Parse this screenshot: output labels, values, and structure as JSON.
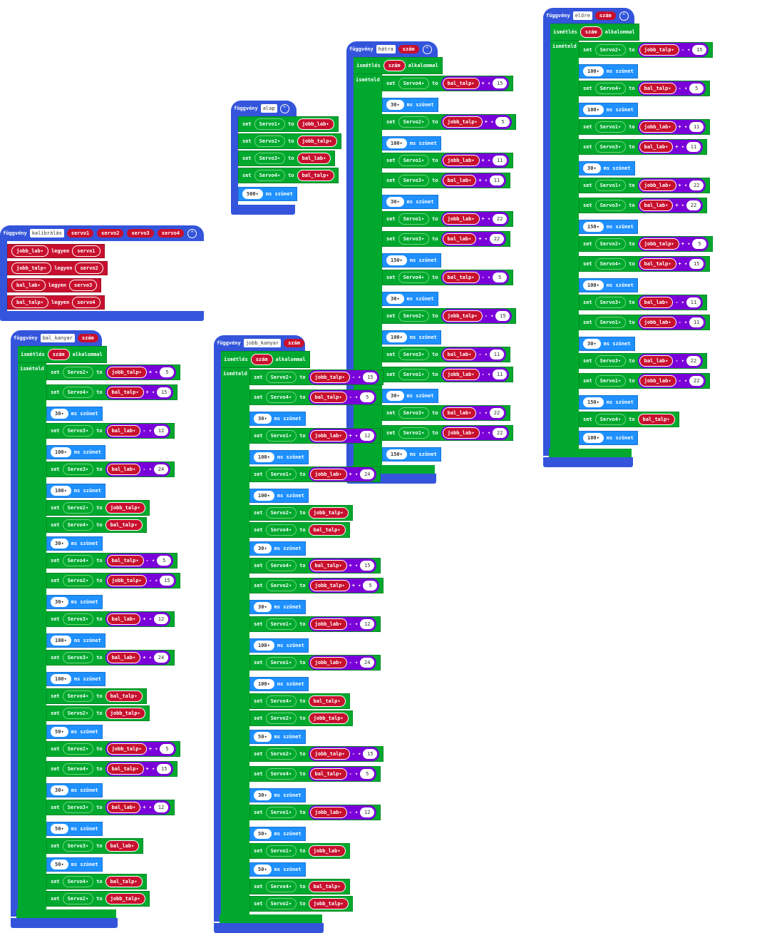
{
  "labels": {
    "func": "függvény",
    "set": "set",
    "to": "to",
    "repeat": "ismétlés",
    "times": "alkalommal",
    "do": "ismételd",
    "pause_ms": "ms szünet",
    "be": "legyen",
    "collapse_icon": "chevron-up-icon"
  },
  "colors": {
    "function": "#3455db",
    "loop": "#00a92e",
    "servo": "#00a92e",
    "pause": "#1e90ff",
    "variable": "#c8102e",
    "math": "#7a00d9"
  },
  "functions": [
    {
      "name": "kalibrálás",
      "params": [
        "servo1",
        "servo2",
        "servo3",
        "servo4"
      ],
      "sets": [
        {
          "var": "jobb_lab",
          "value": "servo1"
        },
        {
          "var": "jobb_talp",
          "value": "servo2"
        },
        {
          "var": "bal_lab",
          "value": "servo3"
        },
        {
          "var": "bal_talp",
          "value": "servo4"
        }
      ]
    },
    {
      "name": "alap",
      "params": [],
      "body": [
        {
          "servo": "Servo1",
          "var": "jobb_lab"
        },
        {
          "servo": "Servo2",
          "var": "jobb_talp"
        },
        {
          "servo": "Servo3",
          "var": "bal_lab"
        },
        {
          "servo": "Servo4",
          "var": "bal_talp"
        },
        {
          "pause": "500"
        }
      ]
    },
    {
      "name": "hátra",
      "params": [
        "szám"
      ],
      "loop_var": "szám",
      "body": [
        {
          "servo": "Servo4",
          "var": "bal_talp",
          "op": "+",
          "num": "15"
        },
        {
          "pause": "30"
        },
        {
          "servo": "Servo2",
          "var": "jobb_talp",
          "op": "+",
          "num": "5"
        },
        {
          "pause": "100"
        },
        {
          "servo": "Servo1",
          "var": "jobb_lab",
          "op": "+",
          "num": "11"
        },
        {
          "servo": "Servo3",
          "var": "bal_lab",
          "op": "+",
          "num": "11"
        },
        {
          "pause": "30"
        },
        {
          "servo": "Servo1",
          "var": "jobb_lab",
          "op": "+",
          "num": "22"
        },
        {
          "servo": "Servo3",
          "var": "bal_lab",
          "op": "+",
          "num": "22"
        },
        {
          "pause": "150"
        },
        {
          "servo": "Servo4",
          "var": "bal_talp",
          "op": "-",
          "num": "5"
        },
        {
          "pause": "30"
        },
        {
          "servo": "Servo2",
          "var": "jobb_talp",
          "op": "-",
          "num": "15"
        },
        {
          "pause": "100"
        },
        {
          "servo": "Servo3",
          "var": "bal_lab",
          "op": "-",
          "num": "11"
        },
        {
          "servo": "Servo1",
          "var": "jobb_lab",
          "op": "-",
          "num": "11"
        },
        {
          "pause": "30"
        },
        {
          "servo": "Servo3",
          "var": "bal_lab",
          "op": "-",
          "num": "22"
        },
        {
          "servo": "Servo1",
          "var": "jobb_lab",
          "op": "-",
          "num": "22"
        },
        {
          "pause": "150"
        }
      ]
    },
    {
      "name": "előre",
      "params": [
        "szám"
      ],
      "loop_var": "szám",
      "body": [
        {
          "servo": "Servo2",
          "var": "jobb_talp",
          "op": "-",
          "num": "15"
        },
        {
          "pause": "100"
        },
        {
          "servo": "Servo4",
          "var": "bal_talp",
          "op": "-",
          "num": "5"
        },
        {
          "pause": "100"
        },
        {
          "servo": "Servo1",
          "var": "jobb_lab",
          "op": "+",
          "num": "11"
        },
        {
          "servo": "Servo3",
          "var": "bal_lab",
          "op": "+",
          "num": "11"
        },
        {
          "pause": "30"
        },
        {
          "servo": "Servo1",
          "var": "jobb_lab",
          "op": "+",
          "num": "22"
        },
        {
          "servo": "Servo3",
          "var": "bal_lab",
          "op": "+",
          "num": "22"
        },
        {
          "pause": "150"
        },
        {
          "servo": "Servo2",
          "var": "jobb_talp",
          "op": "+",
          "num": "5"
        },
        {
          "servo": "Servo4",
          "var": "bal_talp",
          "op": "+",
          "num": "15"
        },
        {
          "pause": "100"
        },
        {
          "servo": "Servo3",
          "var": "bal_lab",
          "op": "-",
          "num": "11"
        },
        {
          "servo": "Servo1",
          "var": "jobb_lab",
          "op": "-",
          "num": "11"
        },
        {
          "pause": "30"
        },
        {
          "servo": "Servo3",
          "var": "bal_lab",
          "op": "-",
          "num": "22"
        },
        {
          "servo": "Servo1",
          "var": "jobb_lab",
          "op": "-",
          "num": "22"
        },
        {
          "pause": "150"
        },
        {
          "servo": "Servo4",
          "var": "bal_talp"
        },
        {
          "pause": "100"
        }
      ]
    },
    {
      "name": "bal_kanyar",
      "params": [
        "szám"
      ],
      "loop_var": "szám",
      "body": [
        {
          "servo": "Servo2",
          "var": "jobb_talp",
          "op": "+",
          "num": "5"
        },
        {
          "servo": "Servo4",
          "var": "bal_talp",
          "op": "+",
          "num": "15"
        },
        {
          "pause": "30"
        },
        {
          "servo": "Servo3",
          "var": "bal_lab",
          "op": "-",
          "num": "12"
        },
        {
          "pause": "100"
        },
        {
          "servo": "Servo3",
          "var": "bal_lab",
          "op": "-",
          "num": "24"
        },
        {
          "pause": "100"
        },
        {
          "servo": "Servo2",
          "var": "jobb_talp"
        },
        {
          "servo": "Servo4",
          "var": "bal_talp"
        },
        {
          "pause": "30"
        },
        {
          "servo": "Servo4",
          "var": "bal_talp",
          "op": "-",
          "num": "5"
        },
        {
          "servo": "Servo2",
          "var": "jobb_talp",
          "op": "-",
          "num": "15"
        },
        {
          "pause": "30"
        },
        {
          "servo": "Servo3",
          "var": "bal_lab",
          "op": "+",
          "num": "12"
        },
        {
          "pause": "100"
        },
        {
          "servo": "Servo3",
          "var": "bal_lab",
          "op": "+",
          "num": "24"
        },
        {
          "pause": "100"
        },
        {
          "servo": "Servo4",
          "var": "bal_talp"
        },
        {
          "servo": "Servo2",
          "var": "jobb_talp"
        },
        {
          "pause": "50"
        },
        {
          "servo": "Servo2",
          "var": "jobb_talp",
          "op": "+",
          "num": "5"
        },
        {
          "servo": "Servo4",
          "var": "bal_talp",
          "op": "+",
          "num": "15"
        },
        {
          "pause": "30"
        },
        {
          "servo": "Servo3",
          "var": "bal_lab",
          "op": "+",
          "num": "12"
        },
        {
          "pause": "50"
        },
        {
          "servo": "Servo3",
          "var": "bal_lab"
        },
        {
          "pause": "50"
        },
        {
          "servo": "Servo4",
          "var": "bal_talp"
        },
        {
          "servo": "Servo2",
          "var": "jobb_talp"
        }
      ]
    },
    {
      "name": "jobb_kanyar",
      "params": [
        "szám"
      ],
      "loop_var": "szám",
      "body": [
        {
          "servo": "Servo2",
          "var": "jobb_talp",
          "op": "-",
          "num": "15"
        },
        {
          "servo": "Servo4",
          "var": "bal_talp",
          "op": "-",
          "num": "5"
        },
        {
          "pause": "30"
        },
        {
          "servo": "Servo1",
          "var": "jobb_lab",
          "op": "+",
          "num": "12"
        },
        {
          "pause": "100"
        },
        {
          "servo": "Servo1",
          "var": "jobb_lab",
          "op": "+",
          "num": "24"
        },
        {
          "pause": "100"
        },
        {
          "servo": "Servo2",
          "var": "jobb_talp"
        },
        {
          "servo": "Servo4",
          "var": "bal_talp"
        },
        {
          "pause": "30"
        },
        {
          "servo": "Servo4",
          "var": "bal_talp",
          "op": "+",
          "num": "15"
        },
        {
          "servo": "Servo2",
          "var": "jobb_talp",
          "op": "+",
          "num": "5"
        },
        {
          "pause": "30"
        },
        {
          "servo": "Servo1",
          "var": "jobb_lab",
          "op": "-",
          "num": "12"
        },
        {
          "pause": "100"
        },
        {
          "servo": "Servo1",
          "var": "jobb_lab",
          "op": "-",
          "num": "24"
        },
        {
          "pause": "100"
        },
        {
          "servo": "Servo4",
          "var": "bal_talp"
        },
        {
          "servo": "Servo2",
          "var": "jobb_talp"
        },
        {
          "pause": "50"
        },
        {
          "servo": "Servo2",
          "var": "jobb_talp",
          "op": "-",
          "num": "15"
        },
        {
          "servo": "Servo4",
          "var": "bal_talp",
          "op": "-",
          "num": "5"
        },
        {
          "pause": "30"
        },
        {
          "servo": "Servo1",
          "var": "jobb_lab",
          "op": "-",
          "num": "12"
        },
        {
          "pause": "50"
        },
        {
          "servo": "Servo1",
          "var": "jobb_lab"
        },
        {
          "pause": "50"
        },
        {
          "servo": "Servo4",
          "var": "bal_talp"
        },
        {
          "servo": "Servo2",
          "var": "jobb_talp"
        }
      ]
    }
  ]
}
